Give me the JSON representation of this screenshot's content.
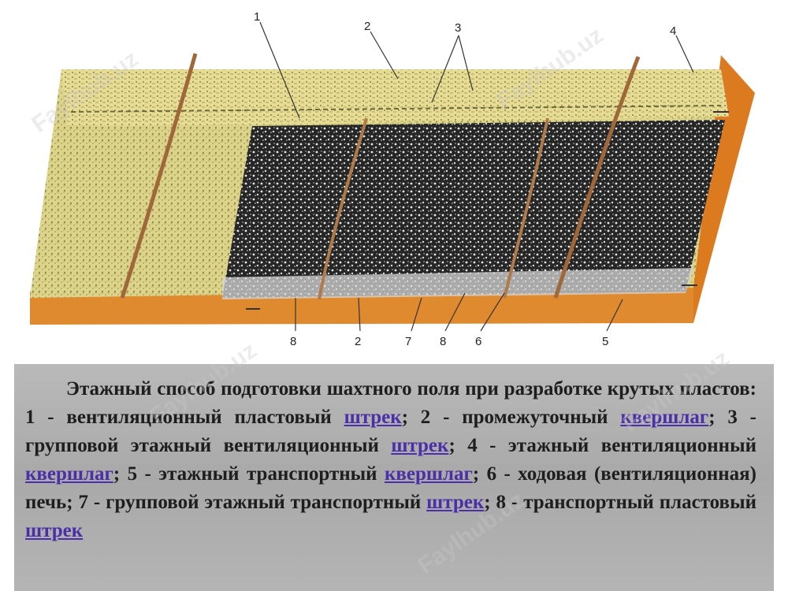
{
  "diagram": {
    "callouts": {
      "top": [
        "1",
        "2",
        "3",
        "4"
      ],
      "bottom": [
        "8",
        "2",
        "7",
        "8",
        "6",
        "5"
      ]
    },
    "colors": {
      "sandstone": "#d9cf86",
      "coal": "#2a2a2a",
      "base": "#e48a2c",
      "side": "#de7a1e",
      "vein": "#a0683a"
    }
  },
  "caption": {
    "t1": "Этажный способ подготовки шахтного поля при разработке крутых пластов: 1 - вентиляционный пластовый ",
    "l1": "штрек",
    "t2": "; 2 - промежуточный ",
    "l2": "квершлаг",
    "t3": "; 3 - групповой этажный вентиляционный ",
    "l3": "штрек",
    "t4": "; 4 - этажный вентиляционный ",
    "l4": "квершлаг",
    "t5": "; 5 - этажный транспортный ",
    "l5": "квершлаг",
    "t6": "; 6 - ходовая (вентиляционная) печь; 7 - групповой этажный транспортный ",
    "l6": "штрек",
    "t7": "; 8 - транспортный пластовый ",
    "l7": "штрек"
  },
  "watermark": "Faylhub.uz"
}
